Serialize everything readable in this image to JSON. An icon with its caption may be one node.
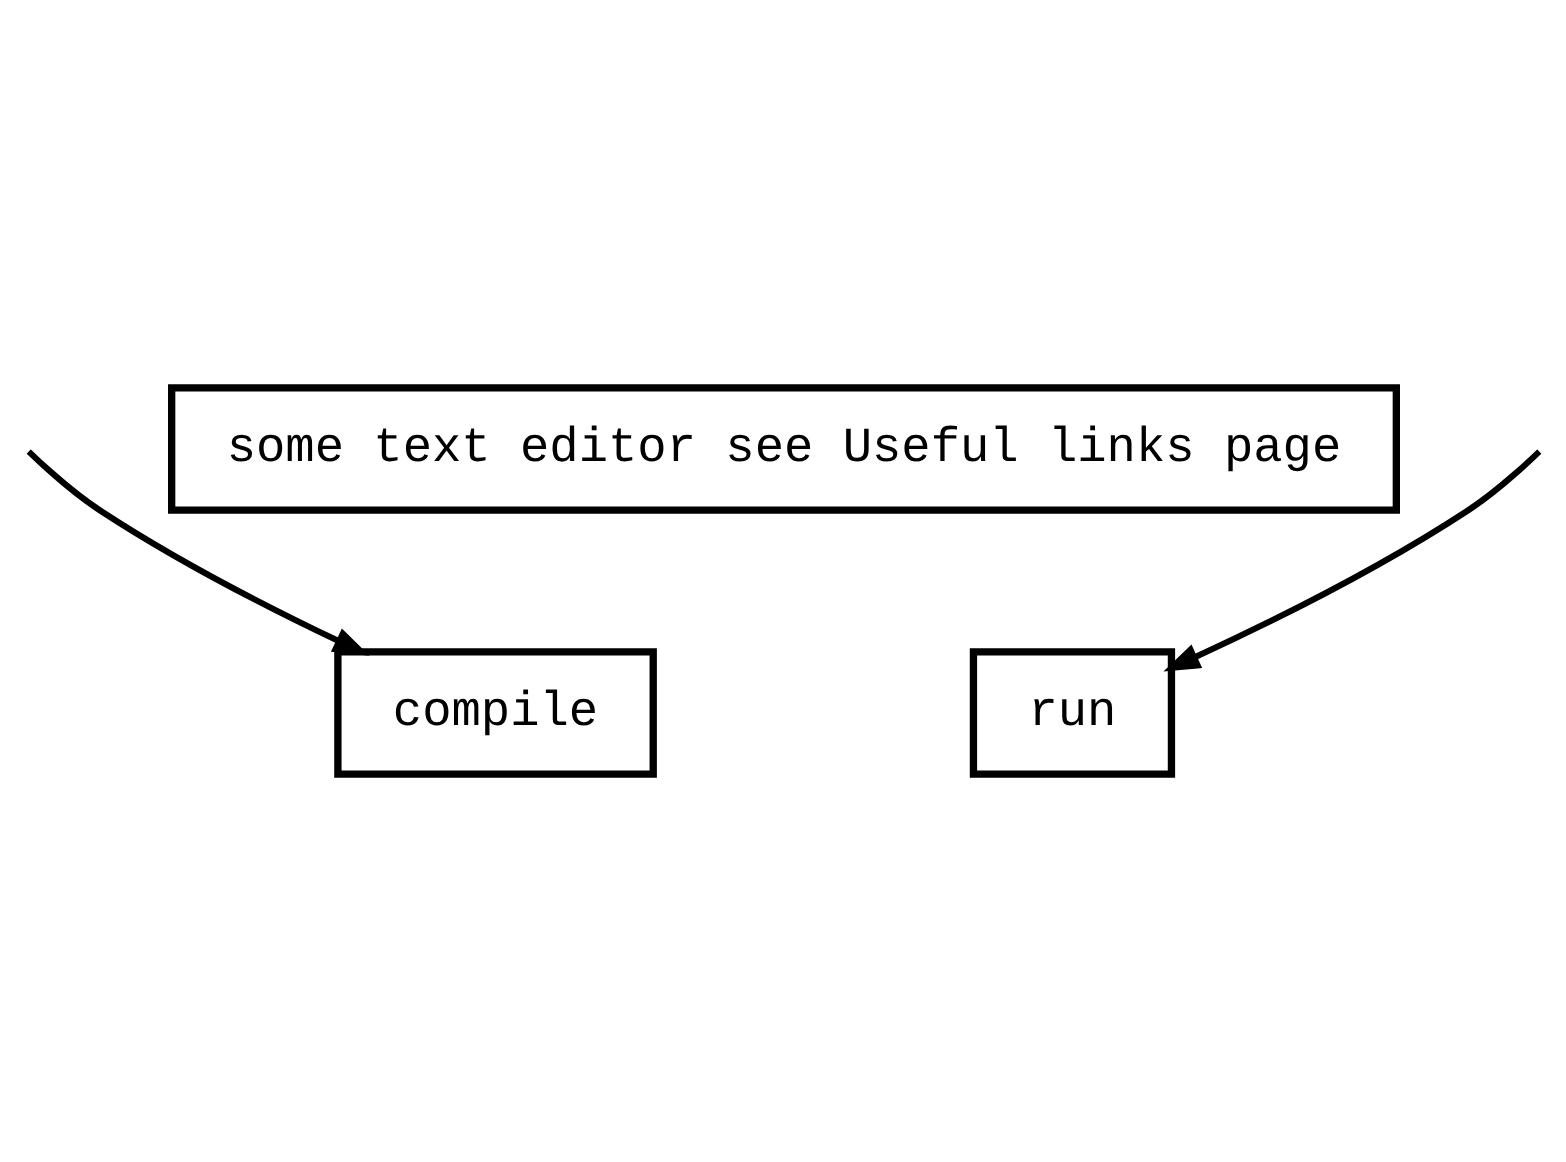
{
  "diagram": {
    "nodes": [
      {
        "text": [
          "some text editor see Useful links page"
        ]
      },
      {
        "text": [
          "compile"
        ]
      },
      {
        "text": [
          "run"
        ]
      }
    ],
    "edges": [
      {
        "from": null,
        "to": 1,
        "arrow": "to"
      },
      {
        "from": null,
        "to": 2,
        "arrow": "to"
      }
    ]
  }
}
